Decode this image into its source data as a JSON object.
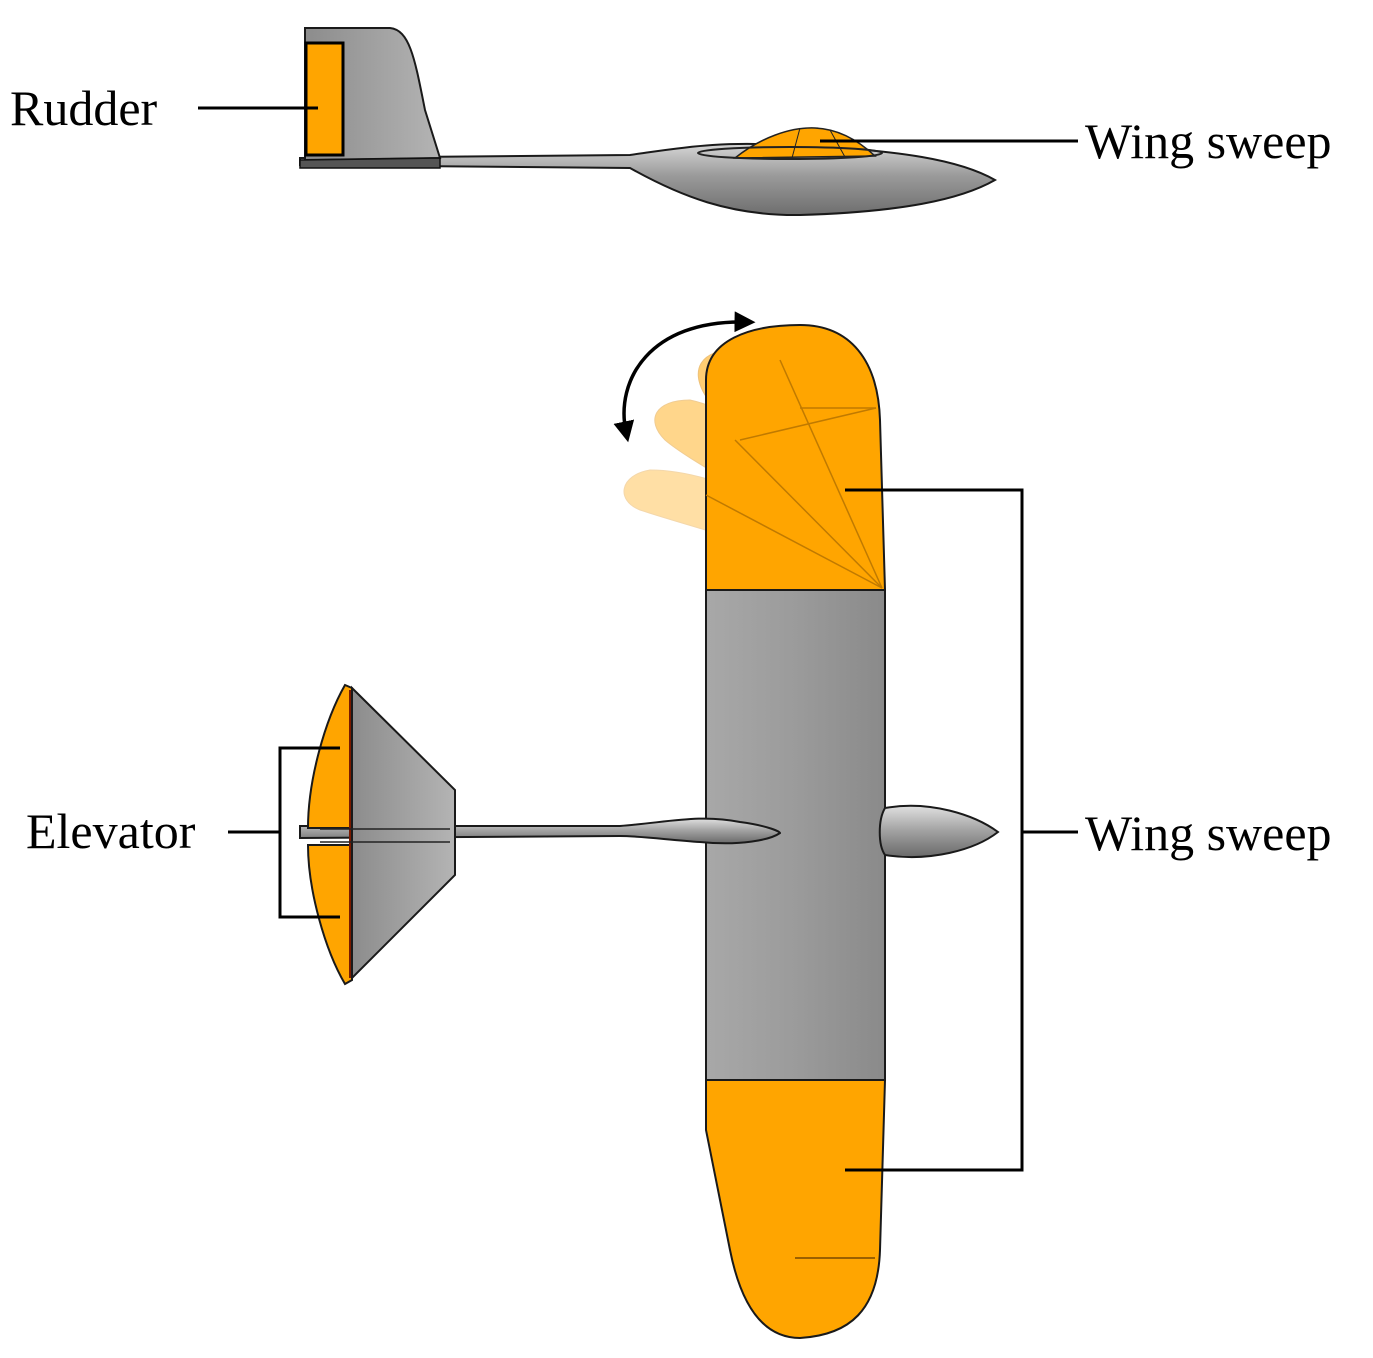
{
  "labels": {
    "rudder": "Rudder",
    "wing_sweep_side": "Wing sweep",
    "elevator": "Elevator",
    "wing_sweep_top": "Wing sweep"
  },
  "colors": {
    "control_surface": "#FFA500",
    "airframe": "#9E9E9E",
    "outline": "#1a1a1a",
    "background": "#ffffff"
  },
  "icons": {
    "sweep_direction": "curved-double-arrow-icon"
  }
}
